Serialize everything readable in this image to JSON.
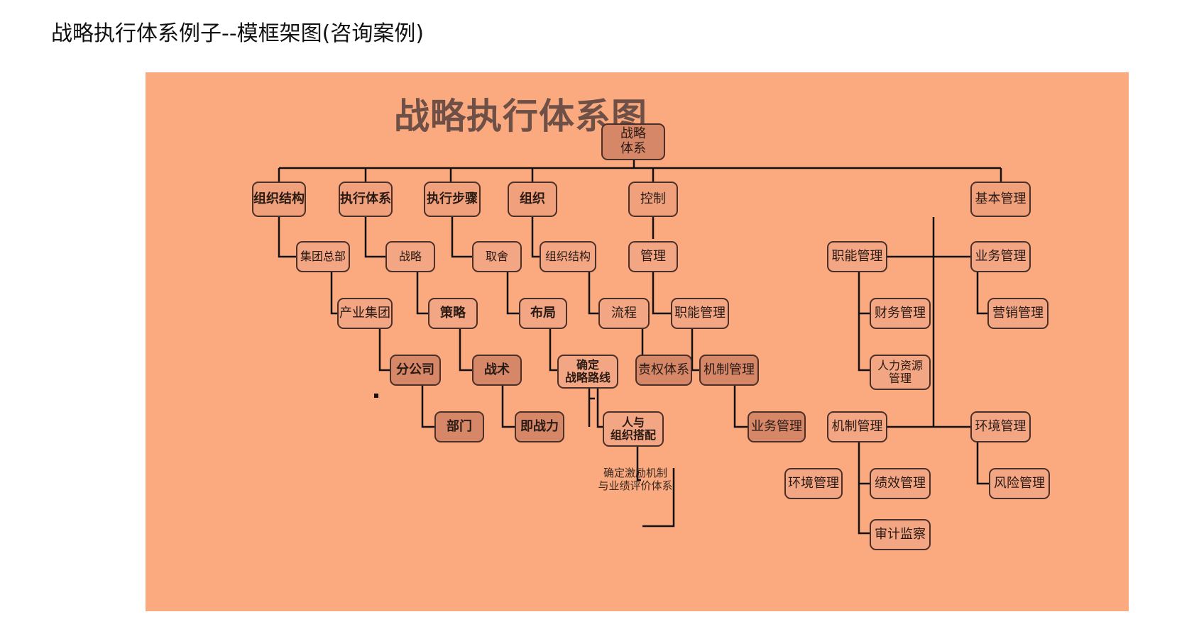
{
  "page": {
    "title": "战略执行体系例子--模框架图(咨询案例)"
  },
  "diagram": {
    "title": "战略执行体系图",
    "colors": {
      "background": "#fba97e",
      "box_light": "#f3a683",
      "box_dark": "#d68767",
      "line": "#111111"
    },
    "nodes": {
      "root": "战略\n体系",
      "org_structure": "组织结构",
      "exec_system": "执行体系",
      "exec_steps": "执行步骤",
      "organization": "组织",
      "control": "控制",
      "basic_mgmt": "基本管理",
      "group_hq": "集团总部",
      "industry_group": "产业集团",
      "branch_company": "分公司",
      "department": "部门",
      "strategy": "战略",
      "policy": "策略",
      "tactics": "战术",
      "capability": "即战力",
      "decision": "取舍",
      "layout": "布局",
      "confirm_route": "确定\n战略路线",
      "people_org_match": "人与\n组织搭配",
      "incentive": "确定激励机制\n与业绩评价体系",
      "org_structure_2": "组织结构",
      "process": "流程",
      "responsibility_system": "责权体系",
      "management": "管理",
      "functional_mgmt": "职能管理",
      "mechanism_mgmt": "机制管理",
      "business_mgmt": "业务管理",
      "env_mgmt": "环境管理",
      "bm_functional_mgmt": "职能管理",
      "bm_business_mgmt": "业务管理",
      "finance_mgmt": "财务管理",
      "hr_mgmt": "人力资源\n管理",
      "marketing_mgmt": "营销管理",
      "bm_mechanism_mgmt": "机制管理",
      "bm_env_mgmt": "环境管理",
      "performance_mgmt": "绩效管理",
      "risk_mgmt": "风险管理",
      "audit": "审计监察"
    }
  }
}
